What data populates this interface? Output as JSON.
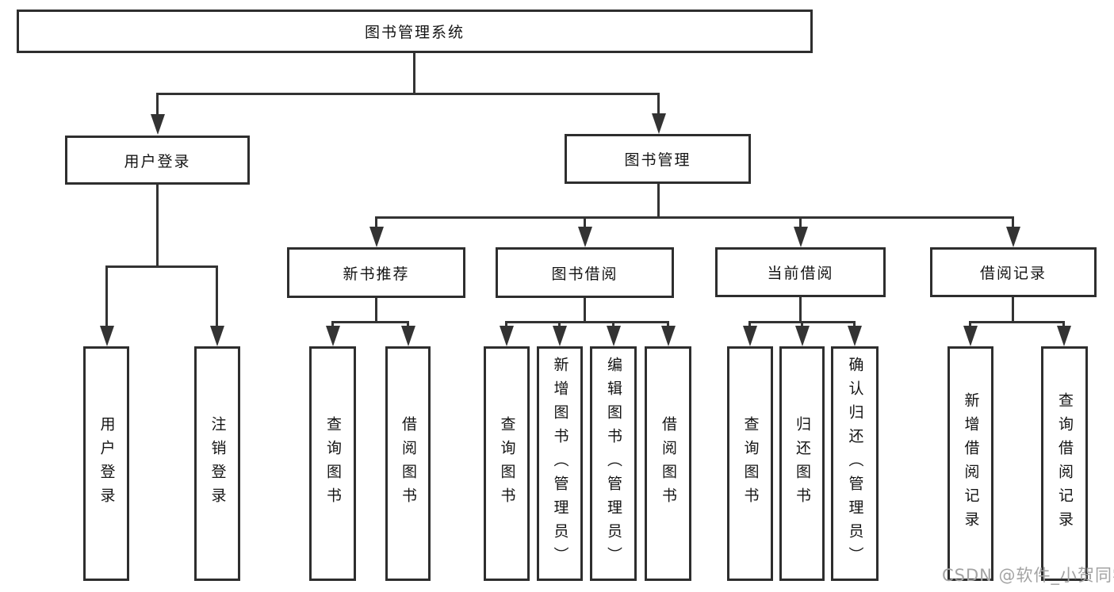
{
  "nodes": {
    "root": "图书管理系统",
    "level2": {
      "userLogin": "用户登录",
      "bookMgmt": "图书管理"
    },
    "level3": {
      "newBookRec": "新书推荐",
      "bookBorrow": "图书借阅",
      "currentBorrow": "当前借阅",
      "borrowRecords": "借阅记录"
    },
    "leaves": {
      "userLoginLeaf": "用户登录",
      "logout": "注销登录",
      "recQueryBooks": "查询图书",
      "recBorrowBooks": "借阅图书",
      "bbQueryBooks": "查询图书",
      "bbAddBooks": "新增图书（管理员）",
      "bbEditBooks": "编辑图书（管理员）",
      "bbBorrowBooks": "借阅图书",
      "cbQueryBooks": "查询图书",
      "cbReturnBooks": "归还图书",
      "cbConfirmReturn": "确认归还（管理员）",
      "brAddRecord": "新增借阅记录",
      "brQueryRecord": "查询借阅记录"
    }
  },
  "watermark": "CSDN @软件_小贺同学",
  "colors": {
    "line": "#333333",
    "border": "#2e2e2e",
    "text": "#141414",
    "watermark": "#a3a3a3",
    "background": "#ffffff"
  }
}
